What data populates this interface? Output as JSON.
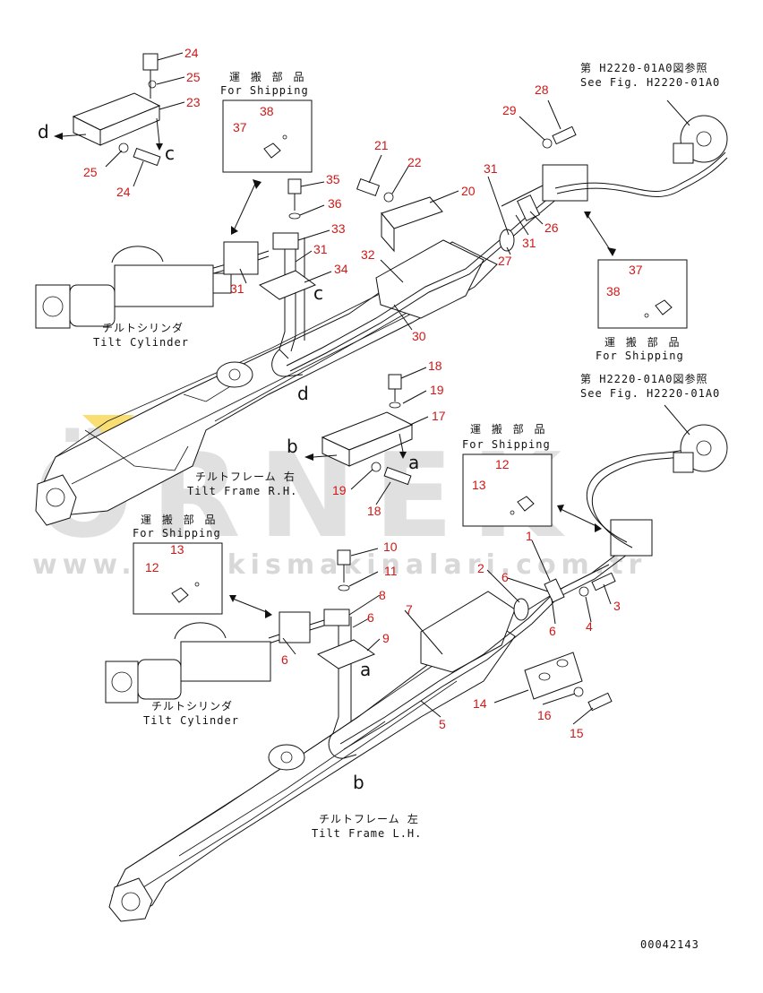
{
  "watermark": {
    "brand": "ÖRNEK",
    "url": "www.ornekismakinalari.com.tr",
    "accent_color": "#f2c200"
  },
  "labels": {
    "shipping_jp": "運 搬 部 品",
    "shipping_en": "For Shipping",
    "ref_jp": "第 H2220-01A0図参照",
    "ref_en": "See Fig. H2220-01A0",
    "tilt_cylinder_jp": "チルトシリンダ",
    "tilt_cylinder_en": "Tilt Cylinder",
    "tilt_frame_rh_jp": "チルトフレーム 右",
    "tilt_frame_rh_en": "Tilt Frame R.H.",
    "tilt_frame_lh_jp": "チルトフレーム 左",
    "tilt_frame_lh_en": "Tilt Frame L.H.",
    "drawing_number": "00042143"
  },
  "view_letters": {
    "a": "a",
    "b": "b",
    "c": "c",
    "d": "d"
  },
  "part_numbers": [
    "1",
    "2",
    "3",
    "4",
    "5",
    "6",
    "7",
    "8",
    "9",
    "10",
    "11",
    "12",
    "13",
    "14",
    "15",
    "16",
    "17",
    "18",
    "19",
    "20",
    "21",
    "22",
    "23",
    "24",
    "25",
    "26",
    "27",
    "28",
    "29",
    "30",
    "31",
    "32",
    "33",
    "34",
    "35",
    "36",
    "37",
    "38"
  ],
  "colors": {
    "callout": "#d01818",
    "line": "#111111"
  }
}
